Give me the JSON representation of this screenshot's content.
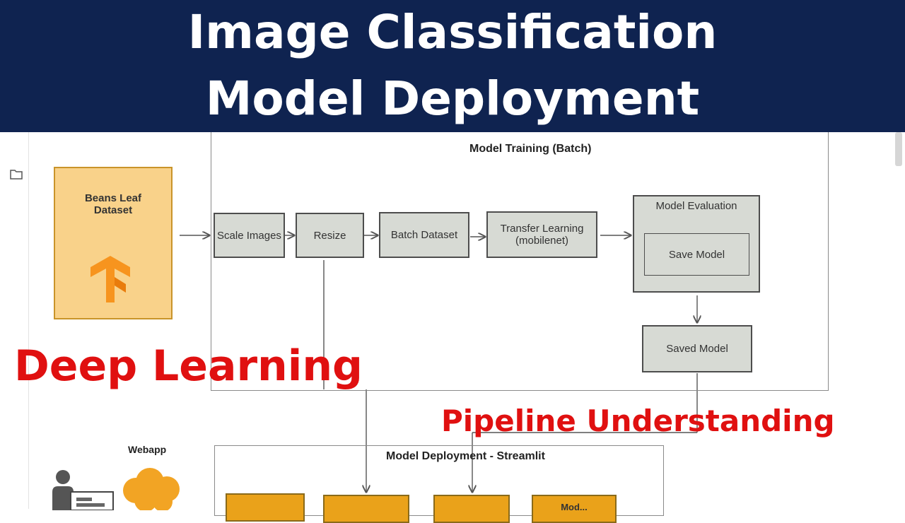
{
  "banner": {
    "line1": "Image Classification",
    "line2": "Model Deployment"
  },
  "training": {
    "title": "Model Training (Batch)",
    "dataset": "Beans Leaf\nDataset",
    "steps": [
      "Scale Images",
      "Resize",
      "Batch Dataset",
      "Transfer Learning\n(mobilenet)"
    ],
    "evaluation": {
      "title": "Model Evaluation",
      "inner": "Save Model"
    },
    "saved_model": "Saved Model"
  },
  "deployment": {
    "title": "Model Deployment - Streamlit",
    "partial_label": "Mod..."
  },
  "webapp": {
    "label": "Webapp"
  },
  "overlay": {
    "deep_learning": "Deep Learning",
    "pipeline": "Pipeline Understanding"
  },
  "colors": {
    "banner": "#0f2350",
    "dataset_fill": "#f9d28a",
    "dataset_border": "#c9942a",
    "step_fill": "#d7dad4",
    "overlay_red": "#e01010",
    "deploy_orange": "#eaa21a"
  },
  "icons": [
    "folder-icon",
    "tensorflow-logo-icon",
    "person-at-screen-icon",
    "cloud-icon"
  ]
}
